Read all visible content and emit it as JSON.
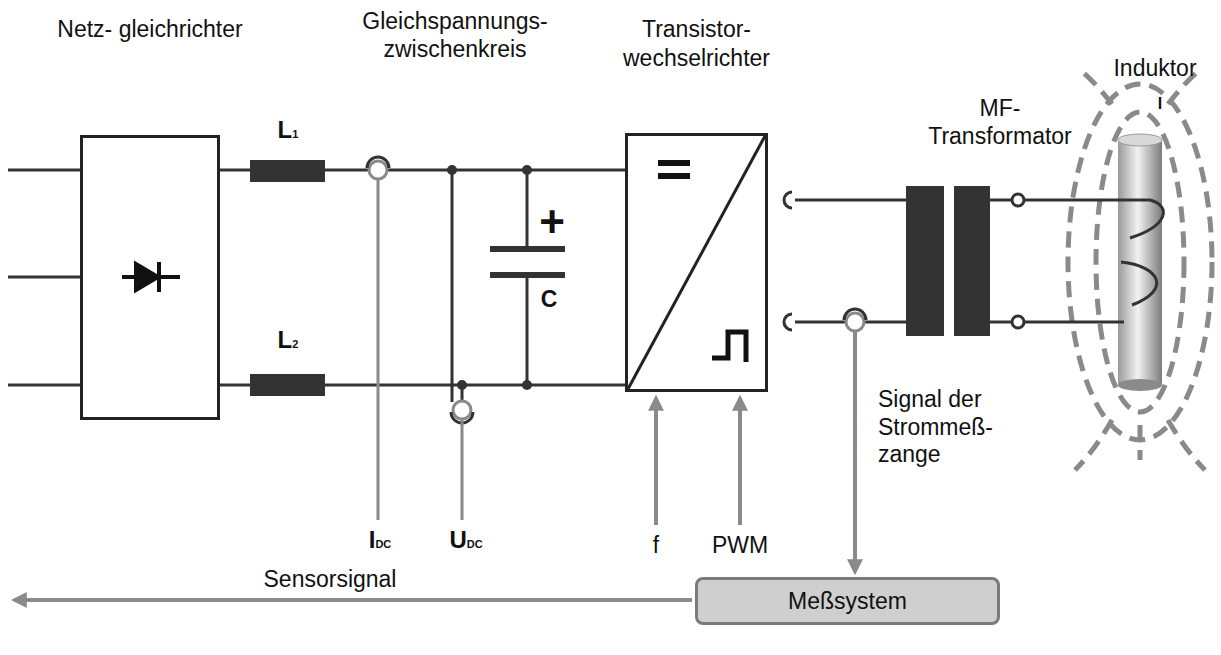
{
  "diagram": {
    "nodes": [
      {
        "text": [
          "Netz- gleichrichter"
        ]
      },
      {
        "text": [
          "Transistor- wechselrichter"
        ]
      },
      {
        "text": [
          "Meßsystem"
        ]
      }
    ],
    "edges": [
      {
        "from": 0,
        "to": 1,
        "arrow": "none"
      },
      {
        "from": 0,
        "to": 1,
        "arrow": "none"
      }
    ],
    "labels": [
      "Gleichspannungs- zwischenkreis",
      "L1",
      "L2",
      "+",
      "C",
      "IDC",
      "UDC",
      "f",
      "PWM",
      "MF- Transformator",
      "Induktor",
      "I",
      "Signal der Strommeß- zange",
      "Sensorsignal"
    ]
  }
}
